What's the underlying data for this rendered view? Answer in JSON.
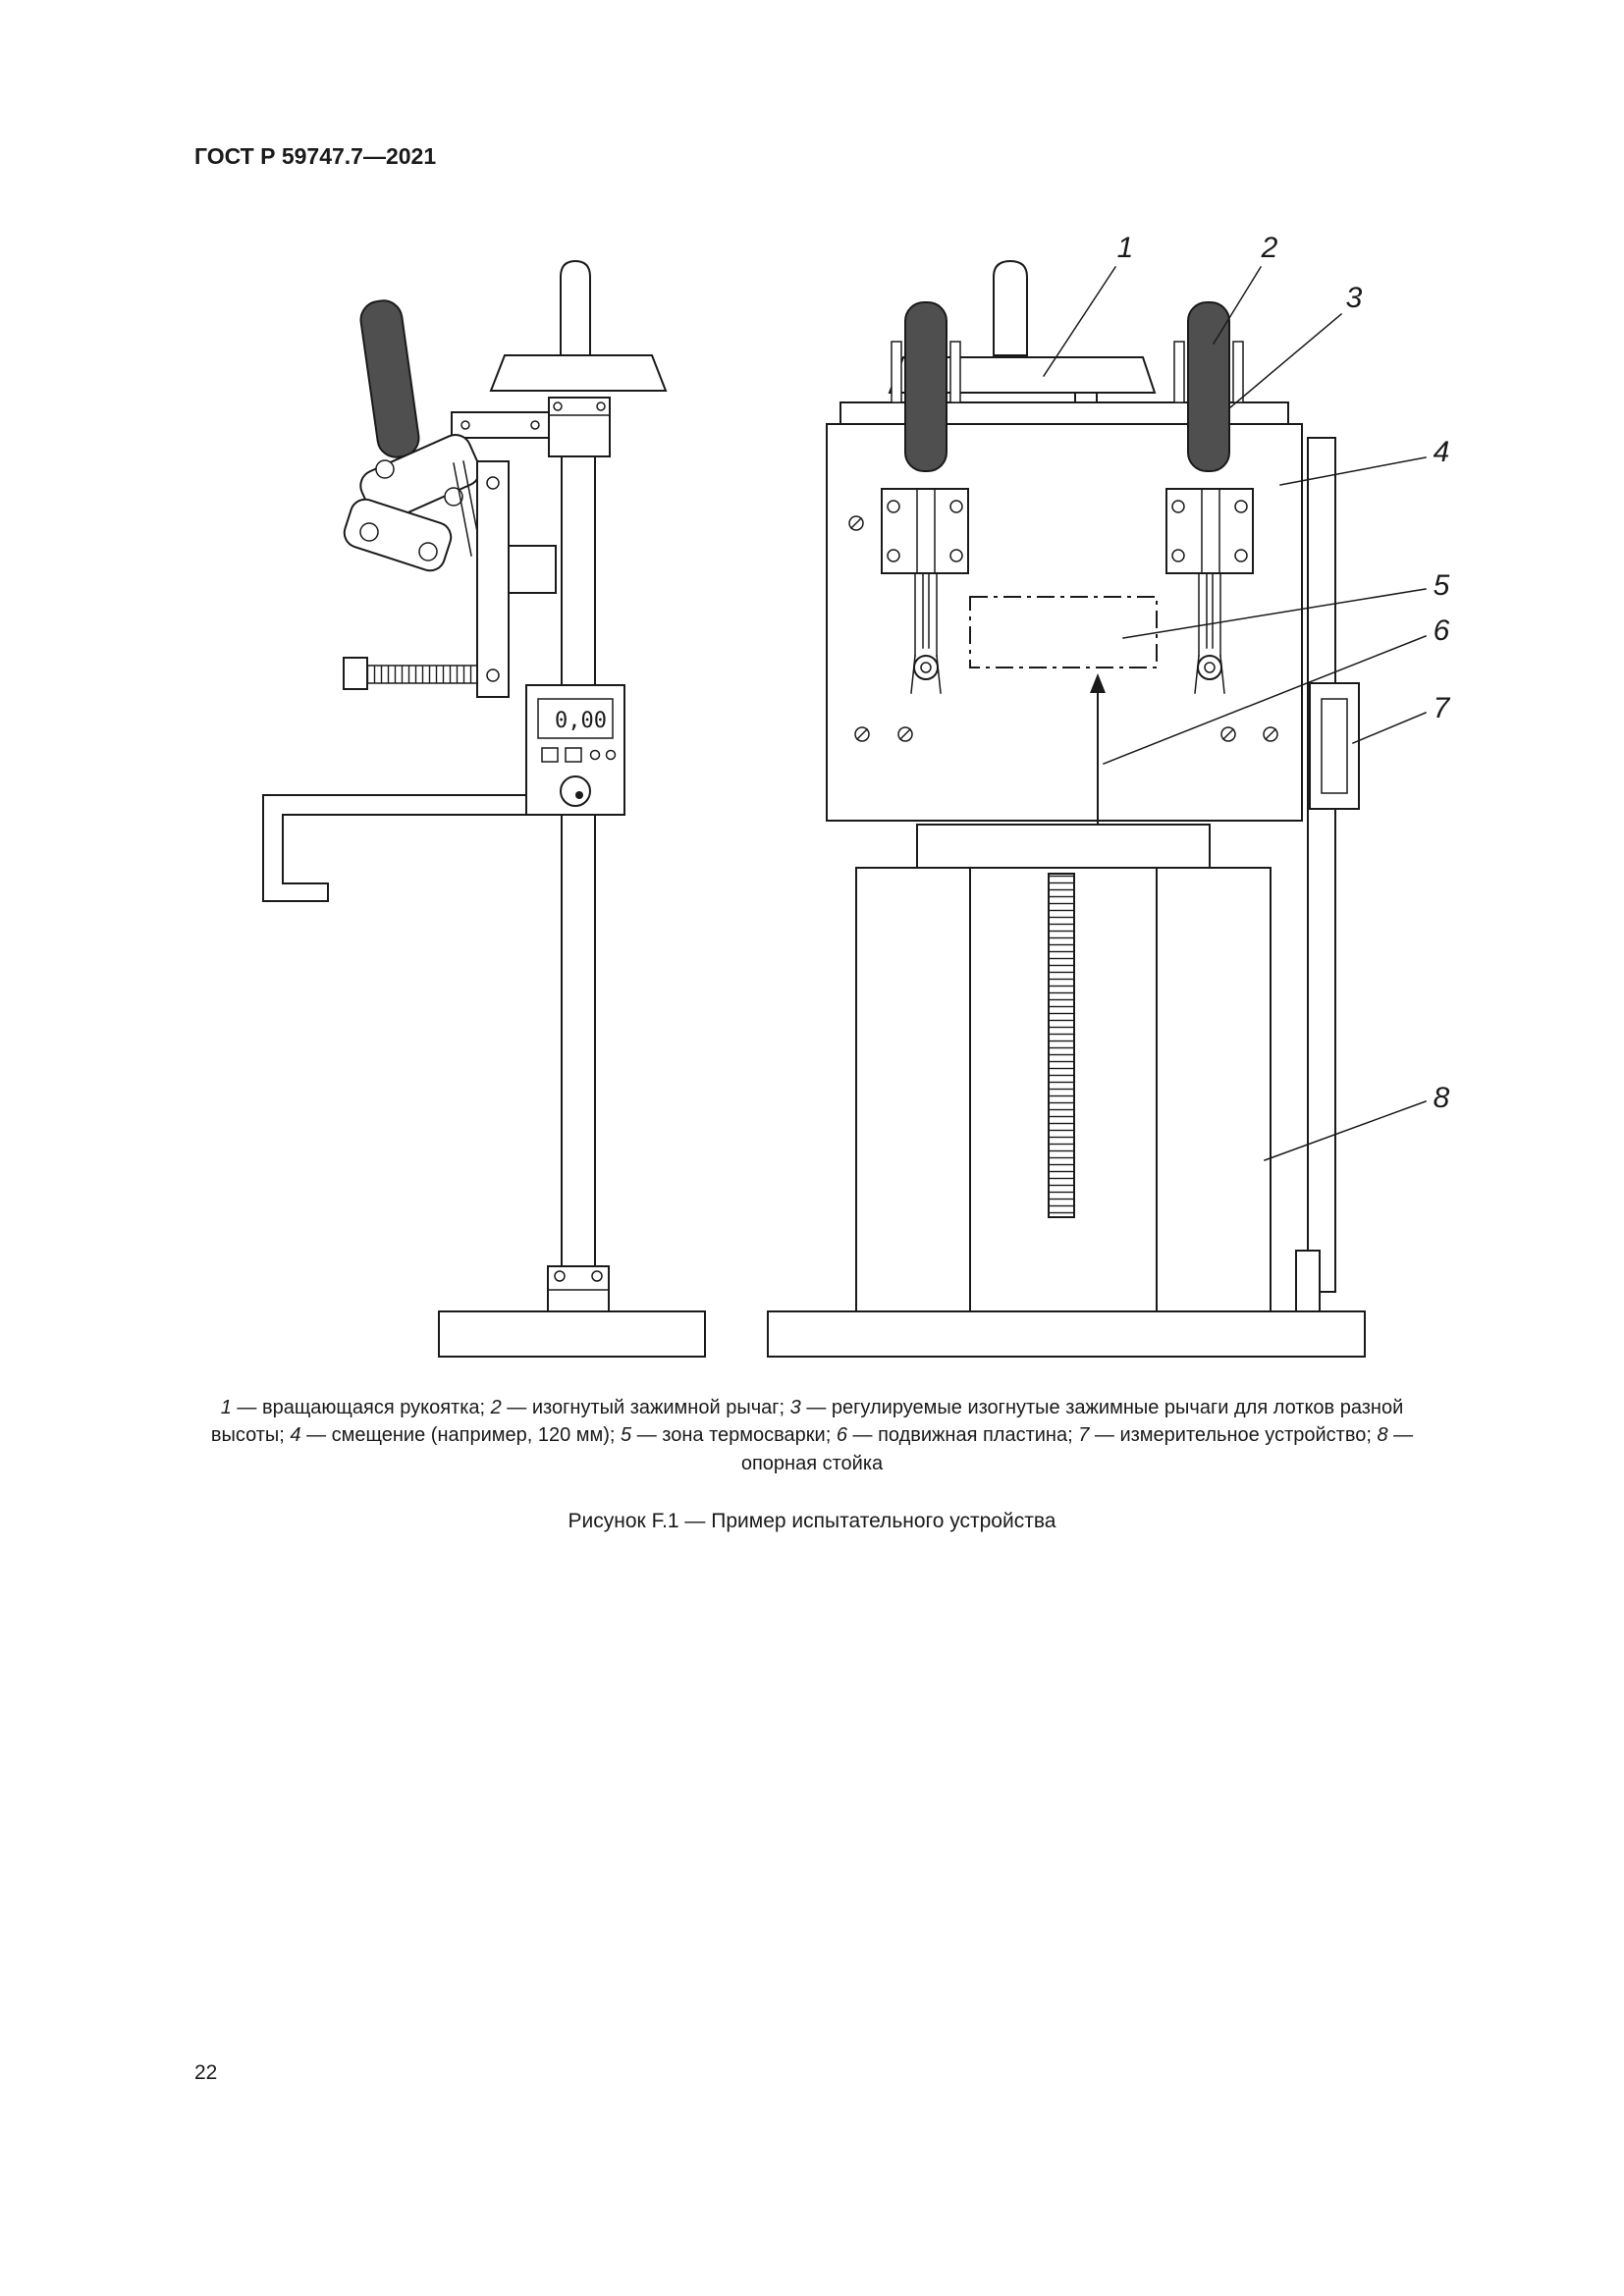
{
  "page": {
    "header": "ГОСТ Р 59747.7—2021",
    "page_number": "22"
  },
  "figure": {
    "caption": "Рисунок F.1 — Пример испытательного устройства",
    "indicator_value": "0,00",
    "callouts": [
      "1",
      "2",
      "3",
      "4",
      "5",
      "6",
      "7",
      "8"
    ]
  },
  "legend": {
    "separator": "; ",
    "items": [
      {
        "num": "1",
        "desc": "вращающаяся рукоятка"
      },
      {
        "num": "2",
        "desc": "изогнутый зажимной рычаг"
      },
      {
        "num": "3",
        "desc": "регулируемые изогнутые зажимные рычаги для лотков разной высоты"
      },
      {
        "num": "4",
        "desc": "смещение (например, 120 мм)"
      },
      {
        "num": "5",
        "desc": "зона термосварки"
      },
      {
        "num": "6",
        "desc": "подвижная пластина"
      },
      {
        "num": "7",
        "desc": "измерительное устройство"
      },
      {
        "num": "8",
        "desc": "опорная стойка"
      }
    ]
  },
  "colors": {
    "ink": "#1a1a1a",
    "grip": "#4f4f4f",
    "paper": "#ffffff"
  }
}
